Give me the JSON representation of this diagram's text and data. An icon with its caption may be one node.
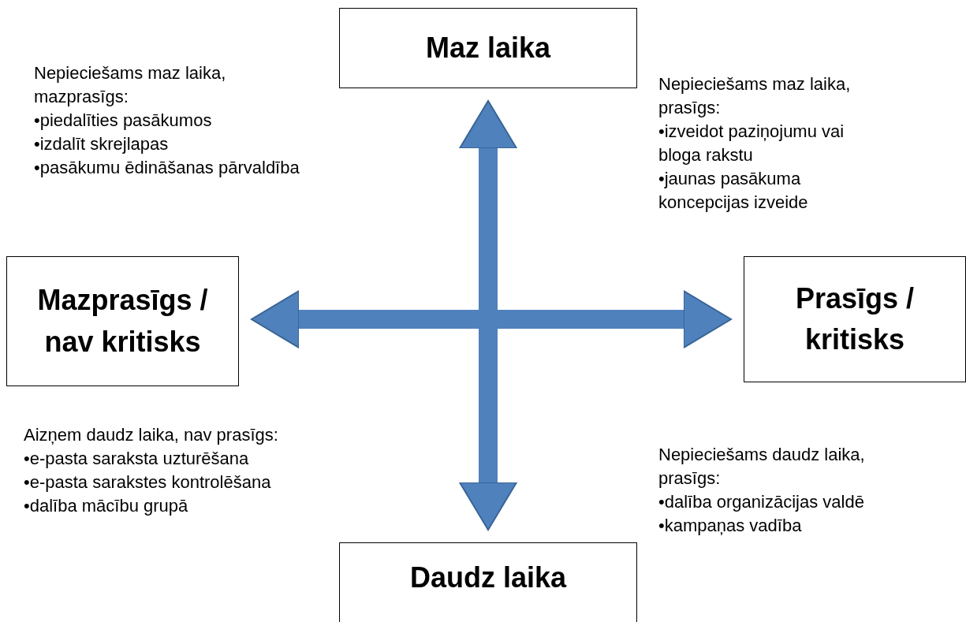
{
  "diagram": {
    "nodes": [
      {
        "text": [
          "Maz laika"
        ]
      },
      {
        "text": [
          "Mazprasīgs / nav kritisks"
        ]
      },
      {
        "text": [
          "Prasīgs / kritisks"
        ]
      },
      {
        "text": [
          "Daudz laika"
        ]
      }
    ],
    "edges": [
      {
        "from": 3,
        "to": 0,
        "arrow": "both"
      },
      {
        "from": 1,
        "to": 2,
        "arrow": "both"
      }
    ],
    "labels": [
      "Nepieciešams maz laika, mazprasīgs:",
      "•piedalīties pasākumos",
      "•izdalīt skrejlapas",
      "•pasākumu ēdināšanas pārvaldība",
      "Nepieciešams maz laika, prasīgs:",
      "•izveidot paziņojumu vai bloga rakstu",
      "•jaunas pasākuma koncepcijas izveide",
      "Aizņem daudz laika, nav prasīgs:",
      "•e-pasta saraksta uzturēšana",
      "•e-pasta sarakstes kontrolēšana",
      "•dalība mācību grupā",
      "Nepieciešams daudz laika, prasīgs:",
      "•dalība organizācijas valdē",
      "•kampaņas vadība"
    ]
  }
}
